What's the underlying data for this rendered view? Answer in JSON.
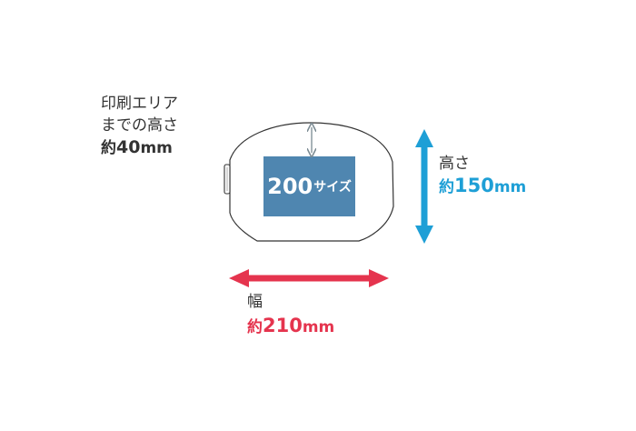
{
  "print_note": {
    "line1": "印刷エリア",
    "line2": "までの高さ",
    "approx": "約",
    "value": "40",
    "unit": "mm"
  },
  "print_area": {
    "size_number": "200",
    "size_suffix": "サイズ",
    "fill_color": "#4f86b0"
  },
  "height": {
    "caption": "高さ",
    "approx": "約",
    "value": "150",
    "unit": "mm",
    "color": "#1e9fd6"
  },
  "width": {
    "caption": "幅",
    "approx": "約",
    "value": "210",
    "unit": "mm",
    "color": "#e5344e"
  }
}
